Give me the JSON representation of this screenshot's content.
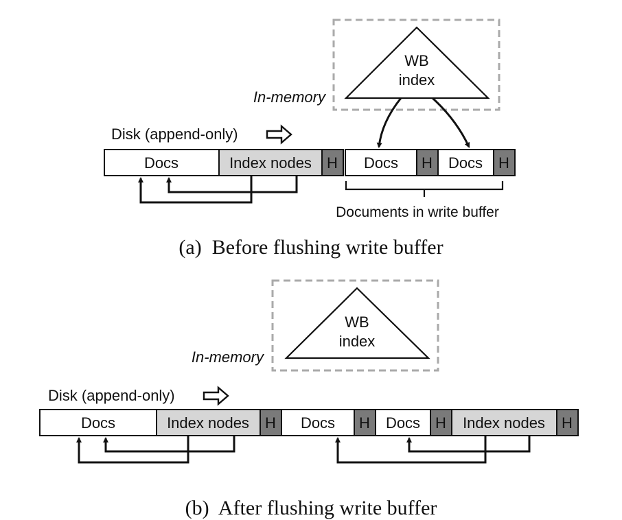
{
  "panel_a": {
    "wb_index_line1": "WB",
    "wb_index_line2": "index",
    "in_memory": "In-memory",
    "disk_label": "Disk (append-only)",
    "blocks": {
      "docs_1": "Docs",
      "index_nodes_1": "Index nodes",
      "header_1": "H",
      "docs_2": "Docs",
      "header_2": "H",
      "docs_3": "Docs",
      "header_3": "H"
    },
    "write_buffer_label": "Documents in write buffer",
    "caption": "(a)  Before flushing write buffer"
  },
  "panel_b": {
    "wb_index_line1": "WB",
    "wb_index_line2": "index",
    "in_memory": "In-memory",
    "disk_label": "Disk (append-only)",
    "blocks": {
      "docs_1": "Docs",
      "index_nodes_1": "Index nodes",
      "header_1": "H",
      "docs_2": "Docs",
      "header_2": "H",
      "docs_3": "Docs",
      "header_3": "H",
      "index_nodes_2": "Index nodes",
      "header_4": "H"
    },
    "caption": "(b)  After flushing write buffer"
  }
}
